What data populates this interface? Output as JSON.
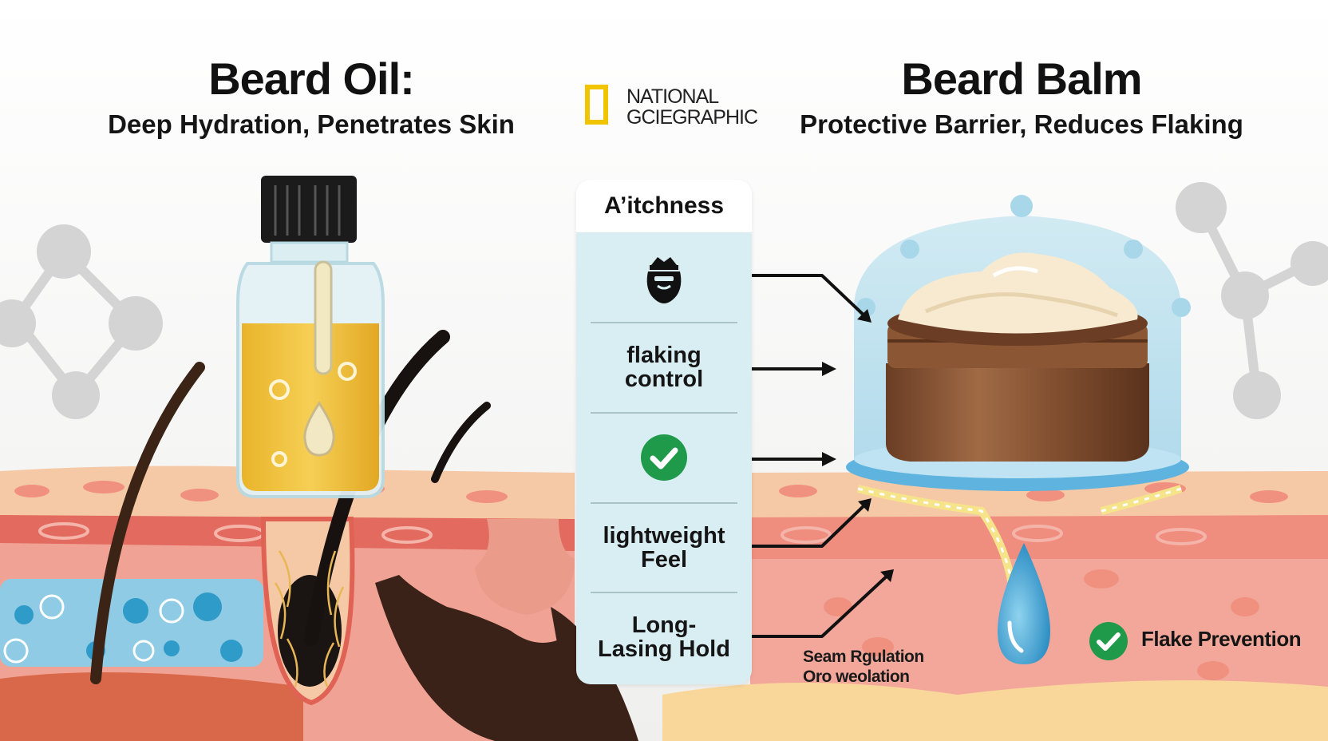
{
  "left": {
    "title": "Beard Oil:",
    "subtitle": "Deep Hydration, Penetrates Skin"
  },
  "right": {
    "title": "Beard Balm",
    "subtitle": "Protective Barrier, Reduces Flaking"
  },
  "logo": {
    "line1": "NATIONAL",
    "line2": "GCIEGRAPHIC"
  },
  "panel": {
    "heading": "A’itchness",
    "rows": [
      {
        "icon": "beard-face-icon"
      },
      {
        "line1": "flaking",
        "line2": "control"
      },
      {
        "icon": "check-circle-icon"
      },
      {
        "line1": "lightweight",
        "line2": "Feel"
      },
      {
        "line1": "Long-",
        "line2": "Lasing Hold"
      }
    ]
  },
  "annotations": {
    "seam_line1": "Seam Rgulation",
    "seam_line2": "Oro weolation",
    "flake": "Flake Prevention"
  },
  "colors": {
    "accent_yellow": "#f2c400",
    "check_green": "#1f9a4a",
    "panel_blue": "#d9eef3",
    "skin_pink": "#f2a79a",
    "oil_gold": "#f3c43c",
    "jar_brown": "#7a4a2e",
    "cream": "#f5e6c8",
    "water_blue": "#4fb1dc"
  }
}
